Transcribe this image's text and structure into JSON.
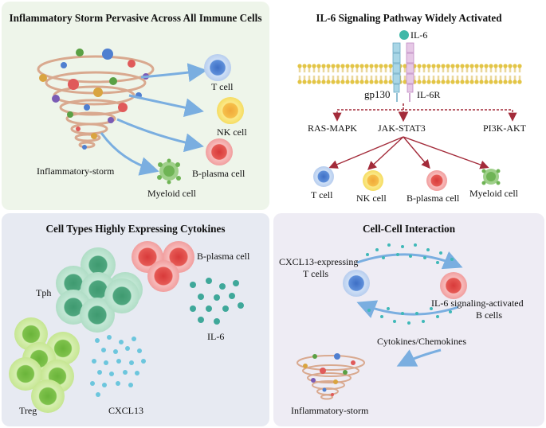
{
  "panel1": {
    "title": "Inflammatory Storm Pervasive Across All Immune Cells",
    "storm_label": "Inflammatory-storm",
    "t_cell": "T cell",
    "nk_cell": "NK cell",
    "b_cell": "B-plasma cell",
    "myeloid": "Myeloid cell"
  },
  "panel2": {
    "title": "IL-6 Signaling Pathway Widely Activated",
    "il6": "IL-6",
    "gp130": "gp130",
    "il6r": "IL-6R",
    "ras": "RAS-MAPK",
    "jak": "JAK-STAT3",
    "pi3k": "PI3K-AKT",
    "t_cell": "T cell",
    "nk_cell": "NK cell",
    "b_cell": "B-plasma cell",
    "myeloid": "Myeloid cell"
  },
  "panel3": {
    "title": "Cell Types Highly Expressing Cytokines",
    "tph": "Tph",
    "b_plasma": "B-plasma cell",
    "il6": "IL-6",
    "treg": "Treg",
    "cxcl13": "CXCL13"
  },
  "panel4": {
    "title": "Cell-Cell Interaction",
    "cxcl13_cells_1": "CXCL13-expressing",
    "cxcl13_cells_2": "T cells",
    "il6_cells_1": "IL-6 signaling-activated",
    "il6_cells_2": "B cells",
    "cytokines": "Cytokines/Chemokines",
    "storm_label": "Inflammatory-storm"
  },
  "colors": {
    "t_cell": "#4f7fd0",
    "nk_cell": "#f2c233",
    "b_cell": "#e04f4f",
    "myeloid": "#5aa044",
    "teal": "#3fb8b8",
    "arrow_blue": "#7aaee0",
    "dark_red": "#a32b3a"
  }
}
